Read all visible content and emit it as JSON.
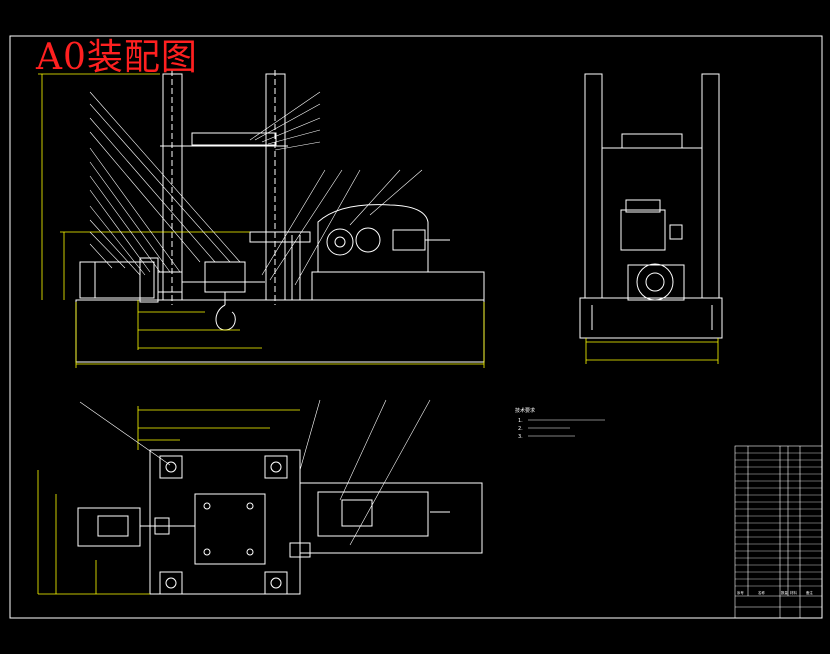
{
  "drawing": {
    "title": "A0装配图",
    "title_color": "#ff2020",
    "line_colors": {
      "outline": "#ffffff",
      "dimension": "#ffff00",
      "leader": "#ffffff",
      "title_text": "#ff2020"
    },
    "views": [
      "front-view",
      "side-view",
      "top-view"
    ],
    "technical_requirements": {
      "heading": "技术要求",
      "items": [
        "1.",
        "2.",
        "3."
      ]
    },
    "title_block": {
      "headers": [
        "序号",
        "名称",
        "数量",
        "材料",
        "备注"
      ]
    }
  }
}
